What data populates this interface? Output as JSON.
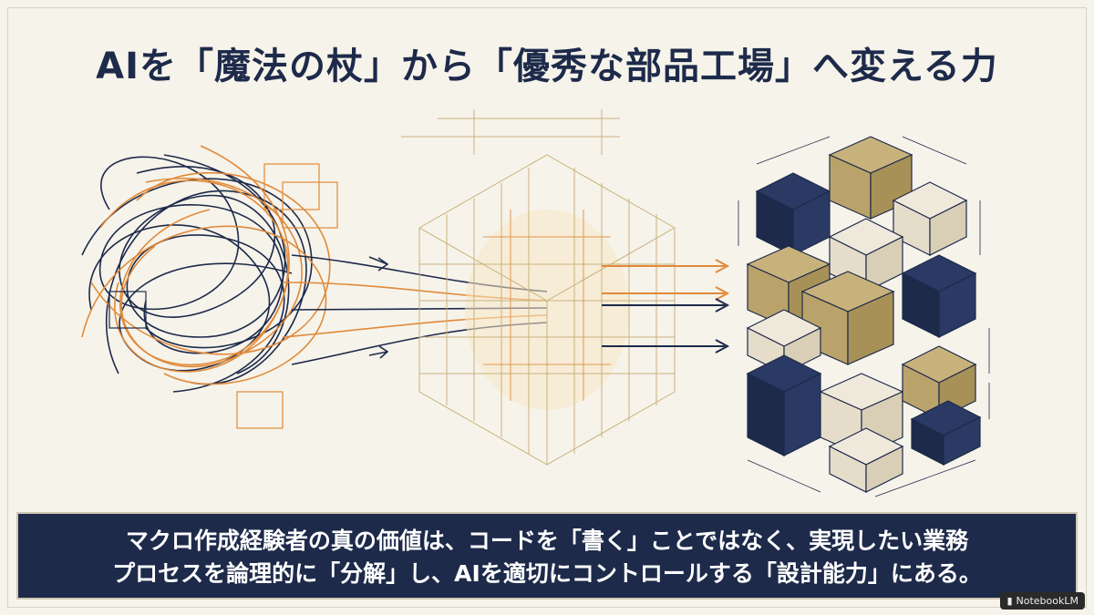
{
  "title": "AIを「魔法の杖」から「優秀な部品工場」へ変える力",
  "caption": {
    "line1": "マクロ作成経験者の真の価値は、コードを「書く」ことではなく、実現したい業務",
    "line2": "プロセスを論理的に「分解」し、AIを適切にコントロールする「設計能力」にある。"
  },
  "badge": {
    "label": "NotebookLM",
    "icon": "notebook-icon"
  },
  "colors": {
    "navy": "#1d2a4a",
    "gold": "#b9a36a",
    "orange": "#e08a3a",
    "cream": "#efe9dc",
    "background": "#f6f3ea"
  }
}
